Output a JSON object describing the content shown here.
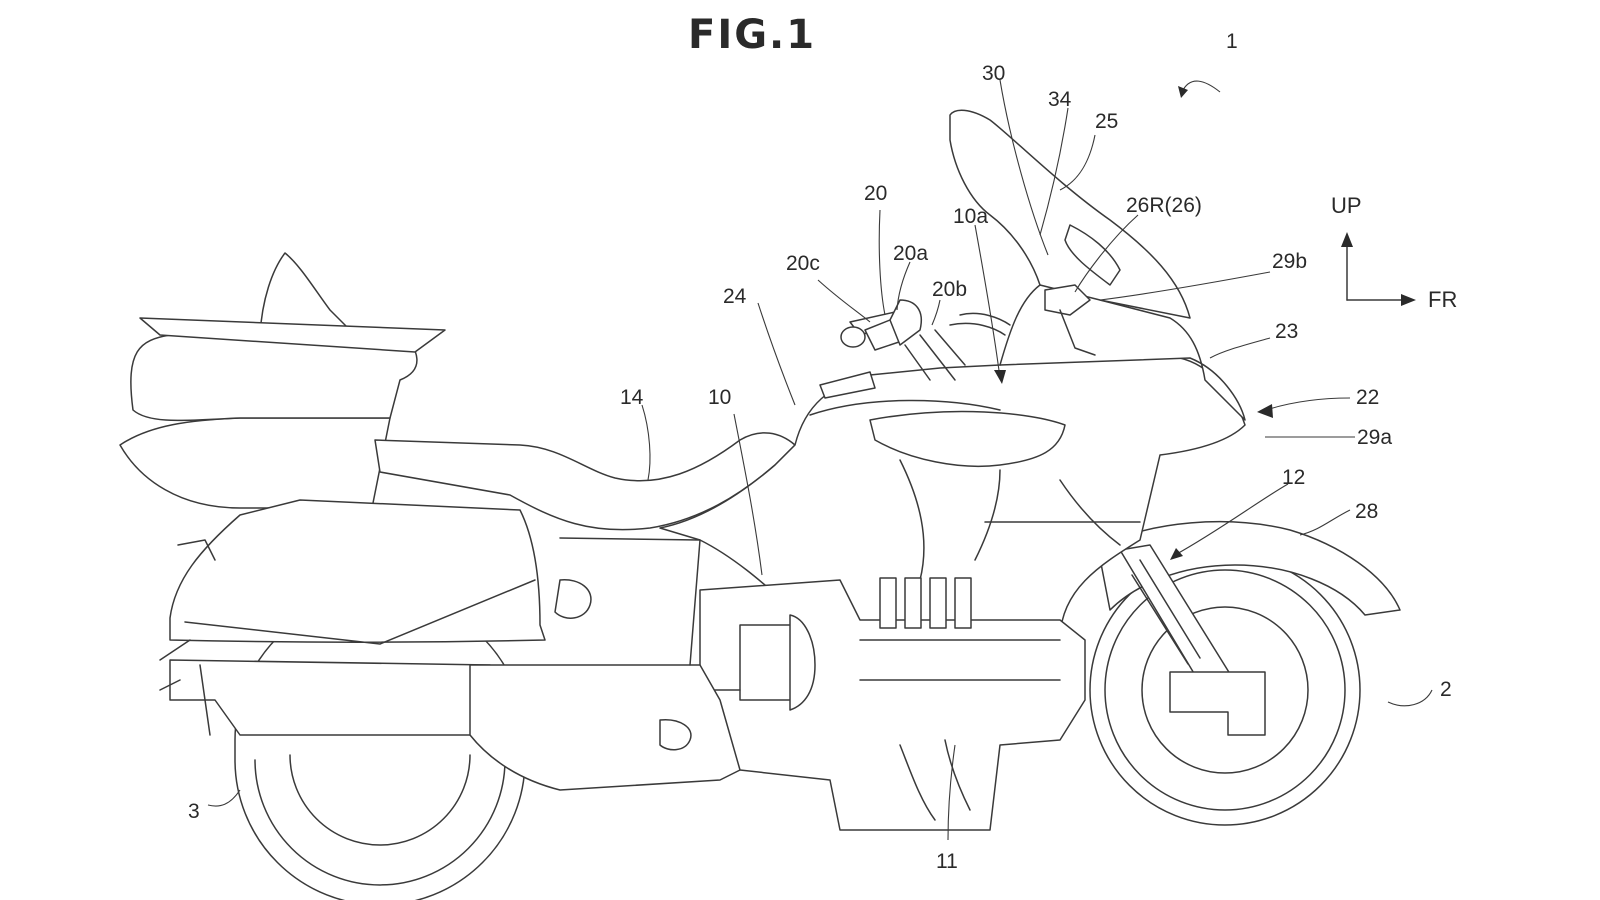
{
  "figure": {
    "title": "FIG.1",
    "direction": {
      "up_label": "UP",
      "front_label": "FR"
    }
  },
  "reference_numerals": {
    "vehicle": "1",
    "front_wheel": "2",
    "rear_wheel": "3",
    "body_frame": "10",
    "frame_part": "10a",
    "engine": "11",
    "front_fork": "12",
    "seat": "14",
    "handlebar": "20",
    "handlebar_part_a": "20a",
    "handlebar_part_b": "20b",
    "handlebar_grip": "20c",
    "cowl": "22",
    "upper_cowl": "23",
    "fuel_tank": "24",
    "windscreen": "25",
    "mirror": "26R(26)",
    "front_fender": "28",
    "panel_a": "29a",
    "panel_b": "29b",
    "stay": "30",
    "screen_mount": "34"
  }
}
